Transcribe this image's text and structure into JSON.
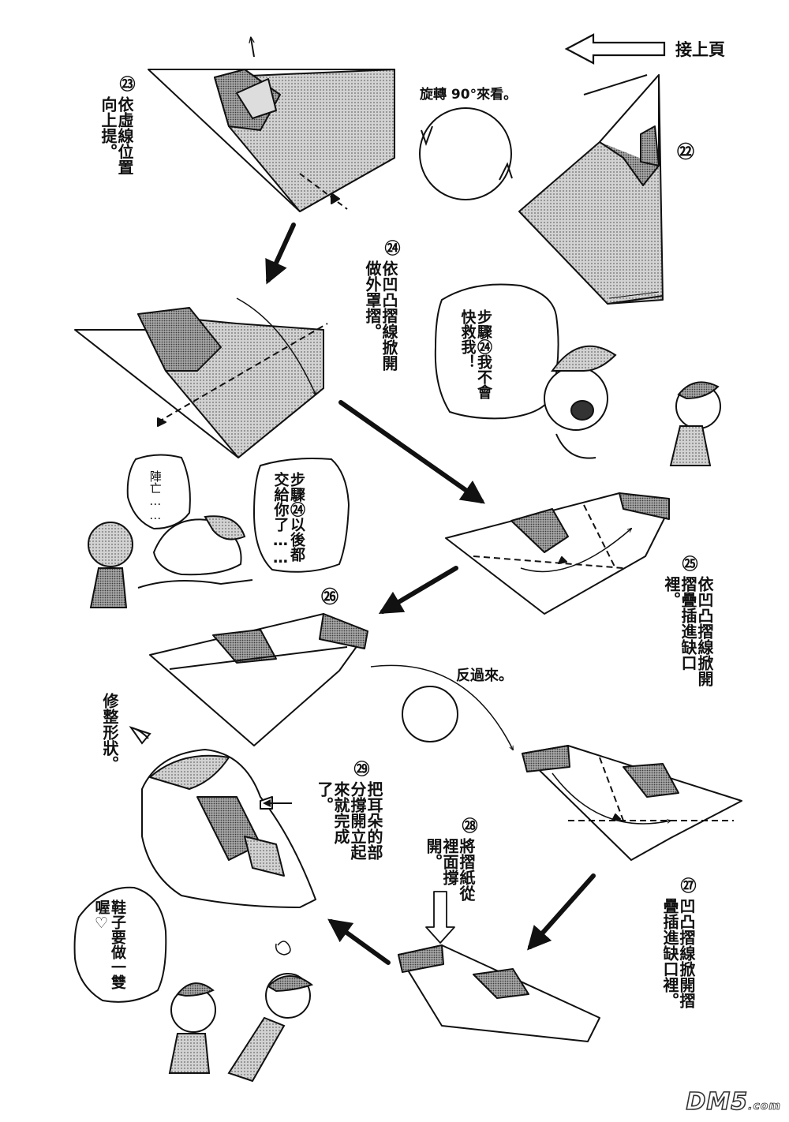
{
  "header": {
    "continue_label": "接上頁"
  },
  "steps": {
    "s22": {
      "num": "㉒"
    },
    "s23": {
      "num": "㉓",
      "text": "依虛線位置向上提。"
    },
    "s24": {
      "num": "㉔",
      "text": "依凹凸摺線掀開做外罩摺。"
    },
    "s25": {
      "num": "㉕",
      "text": "依凹凸摺線掀開摺疊插進缺口裡。"
    },
    "s26": {
      "num": "㉖"
    },
    "s27": {
      "num": "㉗",
      "text": "凹凸摺線掀開摺疊插進缺口裡。"
    },
    "s28": {
      "num": "㉘",
      "text": "將摺紙從裡面撐開。"
    },
    "s29": {
      "num": "㉙",
      "text": "把耳朵的部分撐開立起來就完成了。"
    }
  },
  "notes": {
    "rotate": "旋轉 90°來看。",
    "flip": "反過來。",
    "shape": "修整形狀。"
  },
  "bubbles": {
    "b1": "步驟㉔我不會快救我！",
    "b2": "步驟㉔以後都交給你了……",
    "b3": "陣亡……",
    "b4": "鞋子要做一雙喔♡"
  },
  "watermark": {
    "main": "DM5",
    "suffix": ".com"
  },
  "colors": {
    "ink": "#111111",
    "tone": "#b9b9b9",
    "tone_dark": "#8c8c8c"
  }
}
